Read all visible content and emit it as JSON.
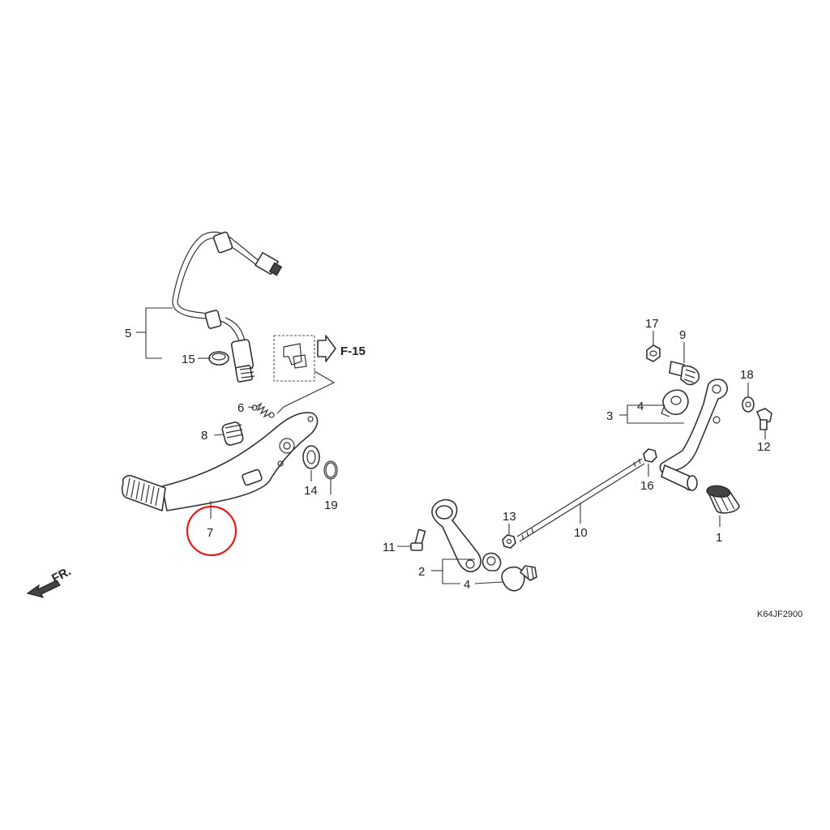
{
  "diagram": {
    "code": "K64JF2900",
    "front_label": "FR.",
    "ref_label": "F-15",
    "callouts": [
      {
        "id": "c1",
        "number": "1"
      },
      {
        "id": "c2",
        "number": "2"
      },
      {
        "id": "c3",
        "number": "3"
      },
      {
        "id": "c4a",
        "number": "4"
      },
      {
        "id": "c4b",
        "number": "4"
      },
      {
        "id": "c5",
        "number": "5"
      },
      {
        "id": "c6",
        "number": "6"
      },
      {
        "id": "c7",
        "number": "7"
      },
      {
        "id": "c8",
        "number": "8"
      },
      {
        "id": "c9",
        "number": "9"
      },
      {
        "id": "c10",
        "number": "10"
      },
      {
        "id": "c11",
        "number": "11"
      },
      {
        "id": "c12",
        "number": "12"
      },
      {
        "id": "c13",
        "number": "13"
      },
      {
        "id": "c14",
        "number": "14"
      },
      {
        "id": "c15",
        "number": "15"
      },
      {
        "id": "c16",
        "number": "16"
      },
      {
        "id": "c17",
        "number": "17"
      },
      {
        "id": "c18",
        "number": "18"
      },
      {
        "id": "c19",
        "number": "19"
      }
    ],
    "highlight": {
      "callout": "7",
      "color": "#e01b1b"
    },
    "line_color": "#333333"
  }
}
